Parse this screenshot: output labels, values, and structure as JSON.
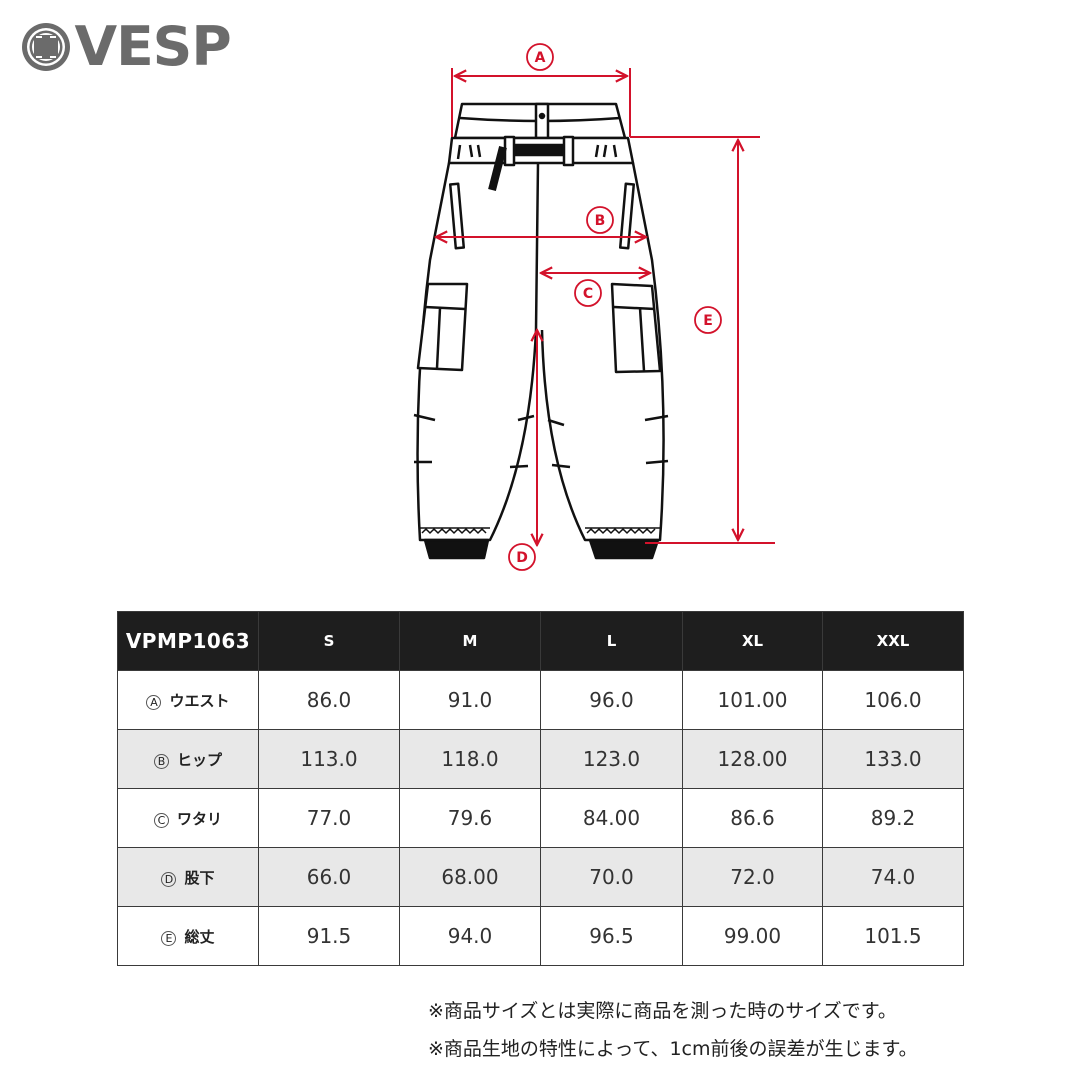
{
  "brand": {
    "name": "VESP",
    "color": "#6b6b6b"
  },
  "diagram": {
    "labels": {
      "a": "A",
      "b": "B",
      "c": "C",
      "d": "D",
      "e": "E"
    },
    "line_color": "#d3122b"
  },
  "table": {
    "model": "VPMP1063",
    "sizes": [
      "S",
      "M",
      "L",
      "XL",
      "XXL"
    ],
    "rows": [
      {
        "mark": "A",
        "label": "ウエスト",
        "values": [
          "86.0",
          "91.0",
          "96.0",
          "101.00",
          "106.0"
        ]
      },
      {
        "mark": "B",
        "label": "ヒップ",
        "values": [
          "113.0",
          "118.0",
          "123.0",
          "128.00",
          "133.0"
        ]
      },
      {
        "mark": "C",
        "label": "ワタリ",
        "values": [
          "77.0",
          "79.6",
          "84.00",
          "86.6",
          "89.2"
        ]
      },
      {
        "mark": "D",
        "label": "股下",
        "values": [
          "66.0",
          "68.00",
          "70.0",
          "72.0",
          "74.0"
        ]
      },
      {
        "mark": "E",
        "label": "総丈",
        "values": [
          "91.5",
          "94.0",
          "96.5",
          "99.00",
          "101.5"
        ]
      }
    ]
  },
  "notes": [
    "※商品サイズとは実際に商品を測った時のサイズです。",
    "※商品生地の特性によって、1cm前後の誤差が生じます。"
  ]
}
